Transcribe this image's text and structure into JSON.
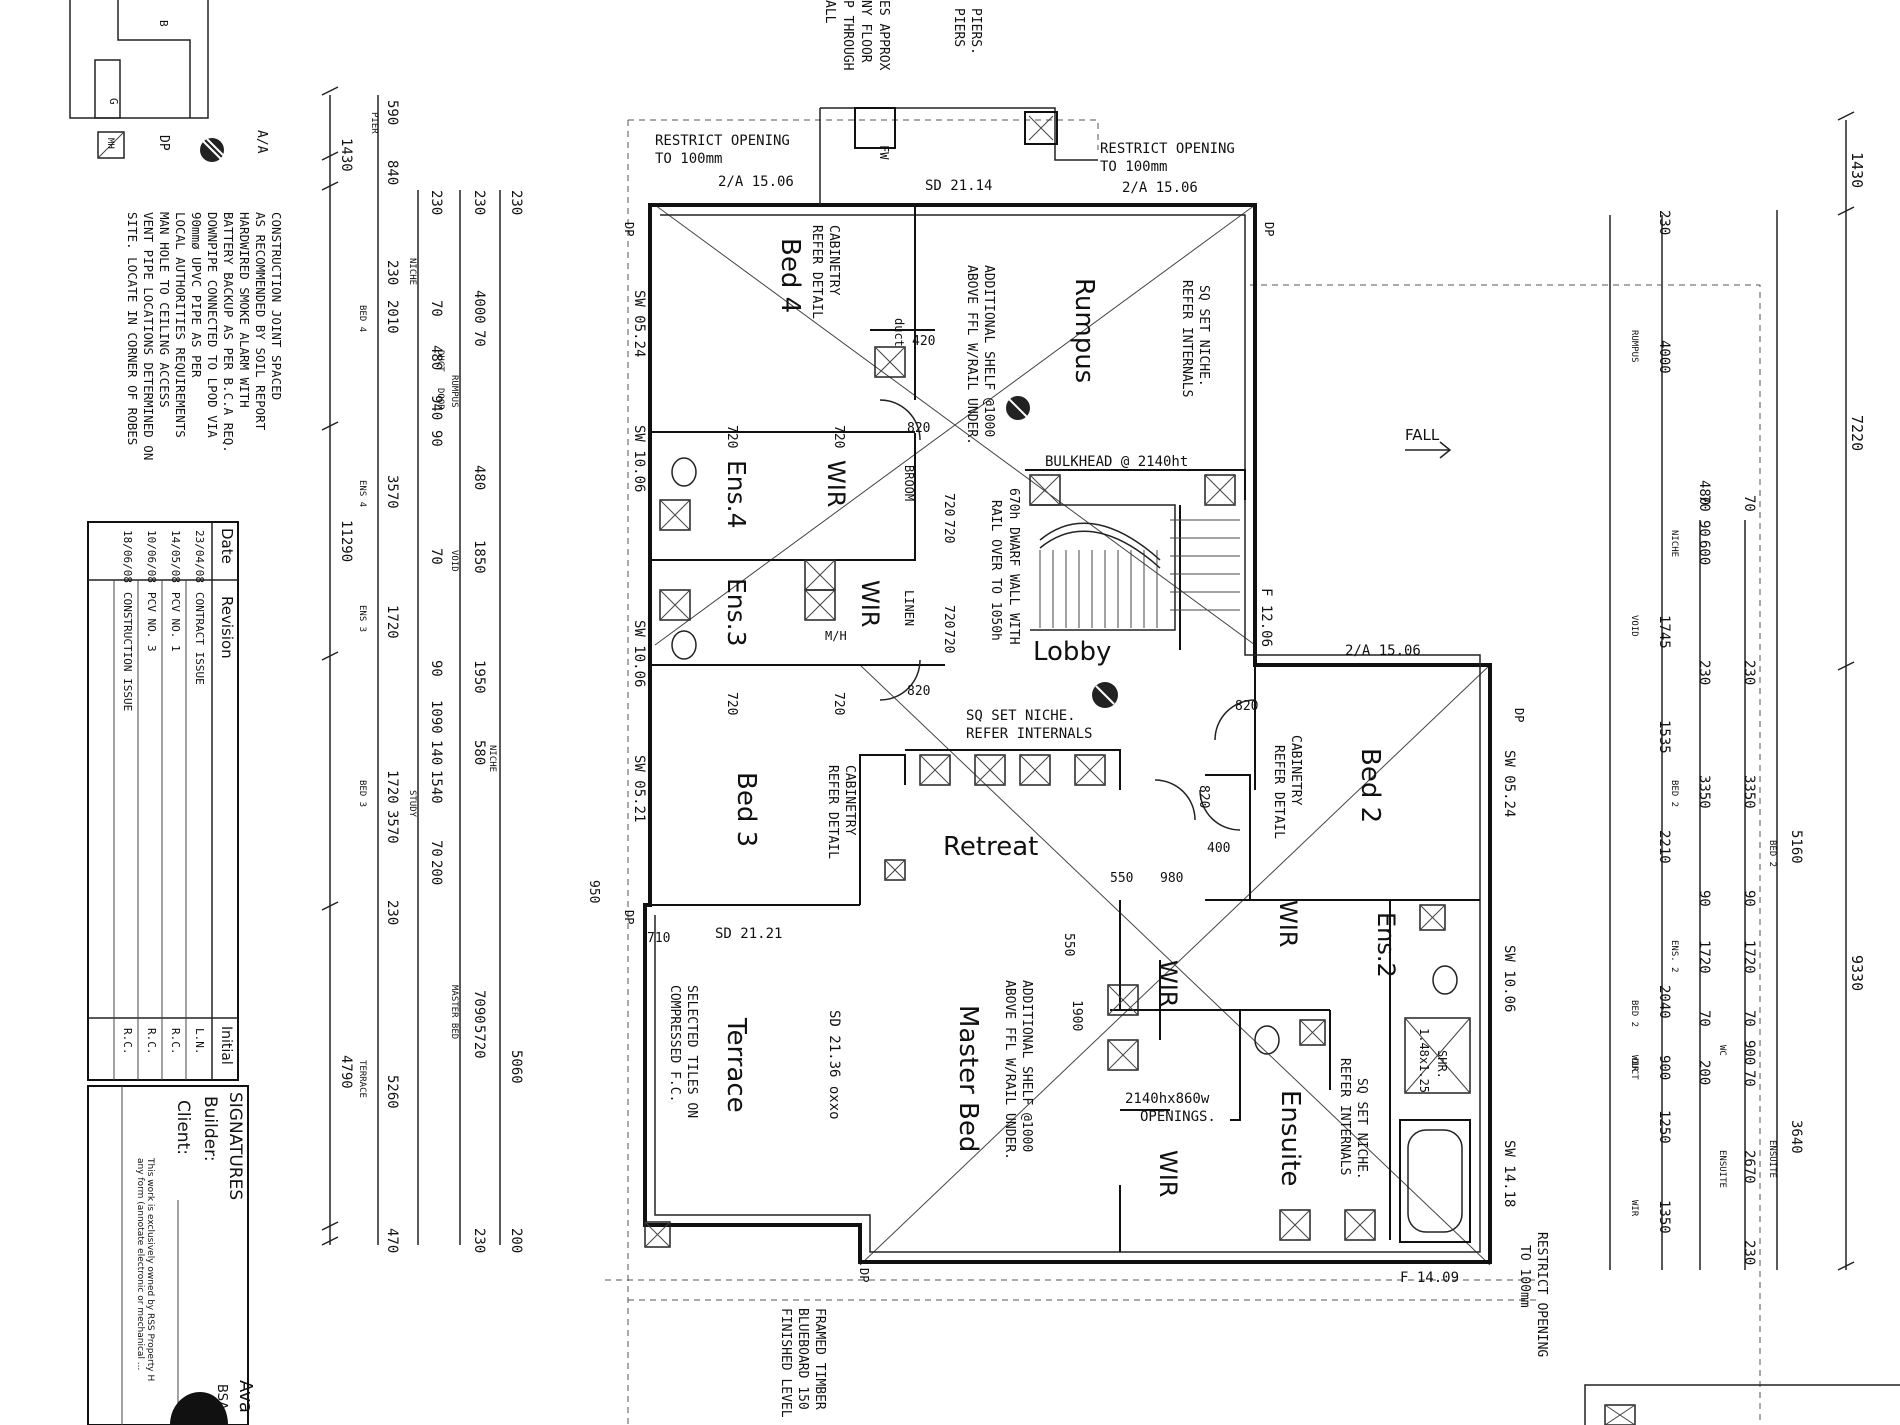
{
  "rooms": {
    "bed4": "Bed 4",
    "rumpus": "Rumpus",
    "ens4": "Ens.4",
    "ens3": "Ens.3",
    "wir_a": "WIR",
    "wir_b": "WIR",
    "lobby": "Lobby",
    "bed3": "Bed 3",
    "bed2": "Bed 2",
    "retreat": "Retreat",
    "ens2": "Ens.2",
    "wir_c": "WIR",
    "wir_d": "WIR",
    "wir_e": "WIR",
    "master_bed": "Master Bed",
    "ensuite": "Ensuite",
    "terrace": "Terrace",
    "fall": "FALL"
  },
  "annotations": {
    "restrict_left_1": "RESTRICT OPENING",
    "restrict_left_2": "TO 100mm",
    "restrict_right_1": "RESTRICT OPENING",
    "restrict_right_2": "TO 100mm",
    "aa_left": "2/A 15.06",
    "aa_mid": "2/A 15.06",
    "aa_right": "2/A 15.06",
    "sd_top": "SD 21.14",
    "sd_terrace": "SD 21.21",
    "sd_oxxo": "SD 21.36 oxxo",
    "bulkhead": "BULKHEAD @ 2140ht",
    "dwarf_1": "670h DWARF WALL WITH",
    "dwarf_2": "RAIL OVER TO 1050h",
    "shelf_top_1": "ADDITIONAL SHELF @1000",
    "shelf_top_2": "ABOVE FFL W/RAIL UNDER.",
    "shelf_mb_1": "ADDITIONAL SHELF @1000",
    "shelf_mb_2": "ABOVE FFL W/RAIL UNDER.",
    "sq_niche_rumpus_1": "SQ SET NICHE.",
    "sq_niche_rumpus_2": "REFER INTERNALS",
    "sq_niche_lobby_1": "SQ SET NICHE.",
    "sq_niche_lobby_2": "REFER INTERNALS",
    "sq_niche_ens_1": "SQ SET NICHE.",
    "sq_niche_ens_2": "REFER INTERNALS",
    "cab_bed4_1": "CABINETRY",
    "cab_bed4_2": "REFER DETAIL",
    "cab_bed3_1": "CABINETRY",
    "cab_bed3_2": "REFER DETAIL",
    "cab_bed2_1": "CABINETRY",
    "cab_bed2_2": "REFER DETAIL",
    "openings_1": "2140hx860w",
    "openings_2": "OPENINGS.",
    "tiles_1": "SELECTED TILES ON",
    "tiles_2": "COMPRESSED F.C.",
    "framed_1": "FRAMED TIMBER",
    "framed_2": "BLUEBOARD 150",
    "framed_3": "FINISHED LEVEL",
    "restrict_bottom_1": "RESTRICT OPENING",
    "restrict_bottom_2": "TO 100mm",
    "f_1206": "F 12.06",
    "f_1409": "F 14.09",
    "sw_0524_left": "SW 05.24",
    "sw_1006_a": "SW 10.06",
    "sw_1006_b": "SW 10.06",
    "sw_0521": "SW 05.21",
    "sw_0524_right": "SW 05.24",
    "sw_1006_right": "SW 10.06",
    "sw_1418": "SW 14.18",
    "broom": "BROOM",
    "linen": "LINEN",
    "mh": "M/H",
    "duct": "duct",
    "shr": "SHR.",
    "shr_size": "1.48x1.25",
    "dp": "DP",
    "fw": "FW",
    "piers_1": "PIERS.",
    "piers_2": "PIERS",
    "top_frag_1": "ES APPROX",
    "top_frag_2": "NY FLOOR",
    "top_frag_3": "P THROUGH",
    "top_frag_4": "ALL"
  },
  "door_dims": [
    "720",
    "720",
    "720",
    "720",
    "820",
    "820",
    "820",
    "820",
    "720",
    "720",
    "720",
    "720",
    "420",
    "400",
    "550",
    "980",
    "550",
    "1900",
    "710",
    "950"
  ],
  "notes": {
    "legend_aa": "A/A",
    "legend_dp": "DP",
    "legend_mh": "MH",
    "lines": [
      "CONSTRUCTION JOINT SPACED",
      "AS RECOMMENDED BY SOIL REPORT",
      "HARDWIRED SMOKE ALARM WITH",
      "BATTERY BACKUP AS PER B.C.A REQ.",
      "DOWNPIPE CONNECTED TO LPOD VIA",
      "90mmø UPVC PIPE AS PER",
      "LOCAL AUTHORITIES REQUIREMENTS",
      "MAN HOLE TO CEILING ACCESS",
      "VENT PIPE LOCATIONS DETERMINED ON",
      "SITE. LOCATE IN CORNER OF ROBES"
    ]
  },
  "revisions": {
    "headers": [
      "Date",
      "Revision",
      "Initial"
    ],
    "rows": [
      [
        "23/04/08",
        "CONTRACT ISSUE",
        "L.N."
      ],
      [
        "14/05/08",
        "PCV NO. 1",
        "R.C."
      ],
      [
        "10/06/08",
        "PCV NO. 3",
        "R.C."
      ],
      [
        "18/06/08",
        "CONSTRUCTION ISSUE",
        "R.C."
      ]
    ]
  },
  "signatures": {
    "title": "SIGNATURES",
    "builder": "Builder:",
    "client": "Client:",
    "copyright_1": "This work is exclusively owned by RSS Property H",
    "copyright_2": "any form (annotate electronic or mechanical ...",
    "ava": "Ava",
    "bsa": "BSA"
  },
  "dims_left": {
    "outer": [
      "1430",
      "11290",
      "4790"
    ],
    "c2": [
      "590",
      "840",
      "230",
      "2010",
      "3570",
      "1720",
      "1720",
      "3570",
      "230",
      "5260",
      "470"
    ],
    "c2_small": [
      "PIER",
      "NICHE",
      "BED 4",
      "ENS 4",
      "ENS 3",
      "BED 3",
      "TERRACE"
    ],
    "c3": [
      "230",
      "70",
      "480",
      "940",
      "90",
      "70",
      "90",
      "1090",
      "140",
      "1540",
      "70",
      "200"
    ],
    "c3_small": [
      "DUCT",
      "DOOR",
      "STUDY"
    ],
    "c4": [
      "230",
      "4000",
      "70",
      "480",
      "1850",
      "1950",
      "580",
      "7090",
      "5720",
      "230"
    ],
    "c4_small": [
      "RUMPUS",
      "VOID",
      "NICHE",
      "MASTER BED"
    ],
    "c5": [
      "230",
      "5060",
      "200"
    ]
  },
  "dims_right": {
    "outer": [
      "1430",
      "7220",
      "9330"
    ],
    "c4": [
      "230",
      "4000",
      "1745",
      "1535",
      "2210",
      "2040",
      "900",
      "1250",
      "1350"
    ],
    "c4_small": [
      "RUMPUS",
      "VOID",
      "BED 2",
      "WIR",
      "DUCT",
      "WIR"
    ],
    "c3": [
      "70",
      "480",
      "90",
      "600",
      "230",
      "3350",
      "90",
      "1720",
      "70",
      "200"
    ],
    "c3_small": [
      "NICHE",
      "BED 2",
      "ENS. 2"
    ],
    "c2": [
      "70",
      "230",
      "3350",
      "90",
      "1720",
      "70",
      "900",
      "70",
      "2670",
      "230"
    ],
    "c2_small": [
      "WC",
      "ENSUITE"
    ],
    "c1": [
      "5160",
      "3640"
    ],
    "c1_small": [
      "BED 2",
      "ENSUITE"
    ]
  }
}
